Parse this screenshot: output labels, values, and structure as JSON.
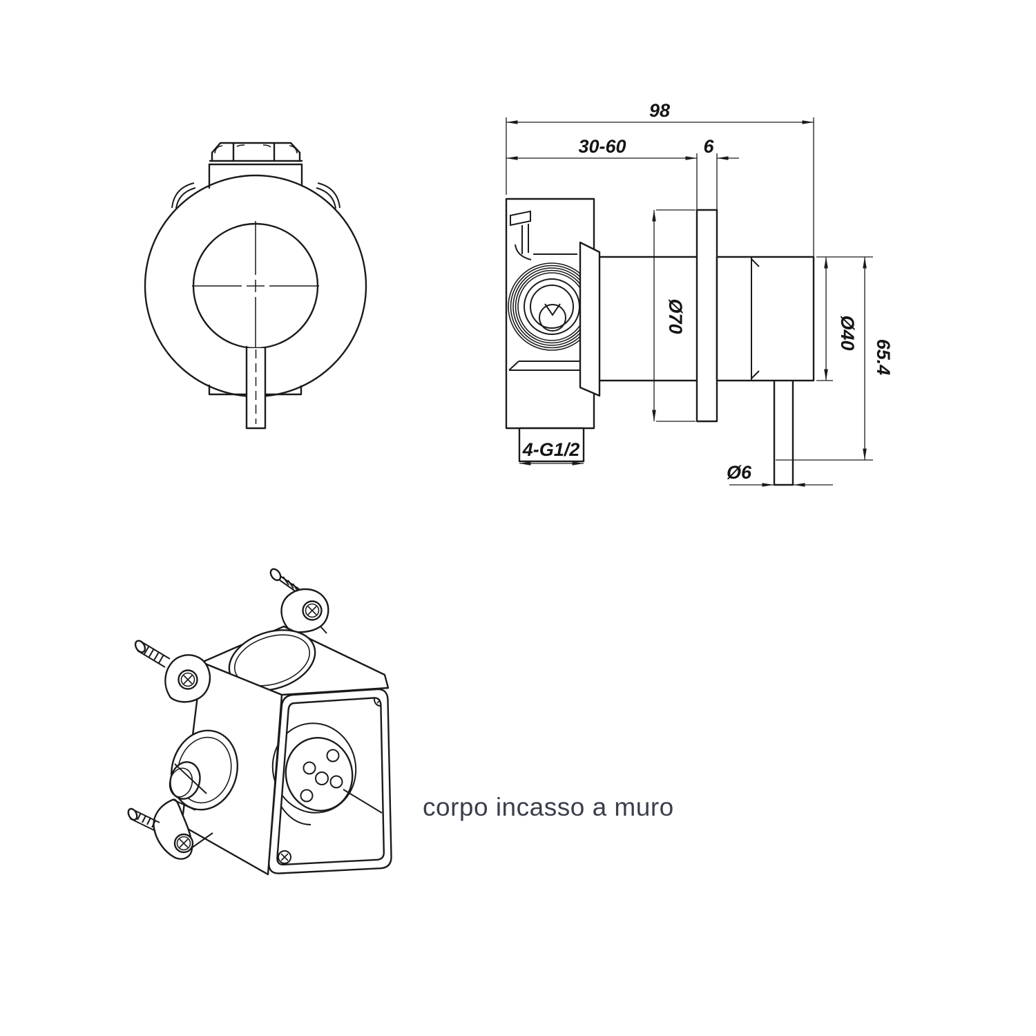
{
  "page": {
    "background": "#ffffff",
    "line_color": "#1a1a1a"
  },
  "caption": {
    "text": "corpo incasso a muro",
    "color": "#3a3f4b"
  },
  "dimensions": {
    "overall_depth": "98",
    "rough_in_range": "30-60",
    "plate_thickness": "6",
    "plate_diameter": "Ø70",
    "handle_base_diameter": "Ø40",
    "handle_length": "65.4",
    "lever_rod_diameter": "Ø6",
    "inlet_threads": "4-G1/2"
  }
}
